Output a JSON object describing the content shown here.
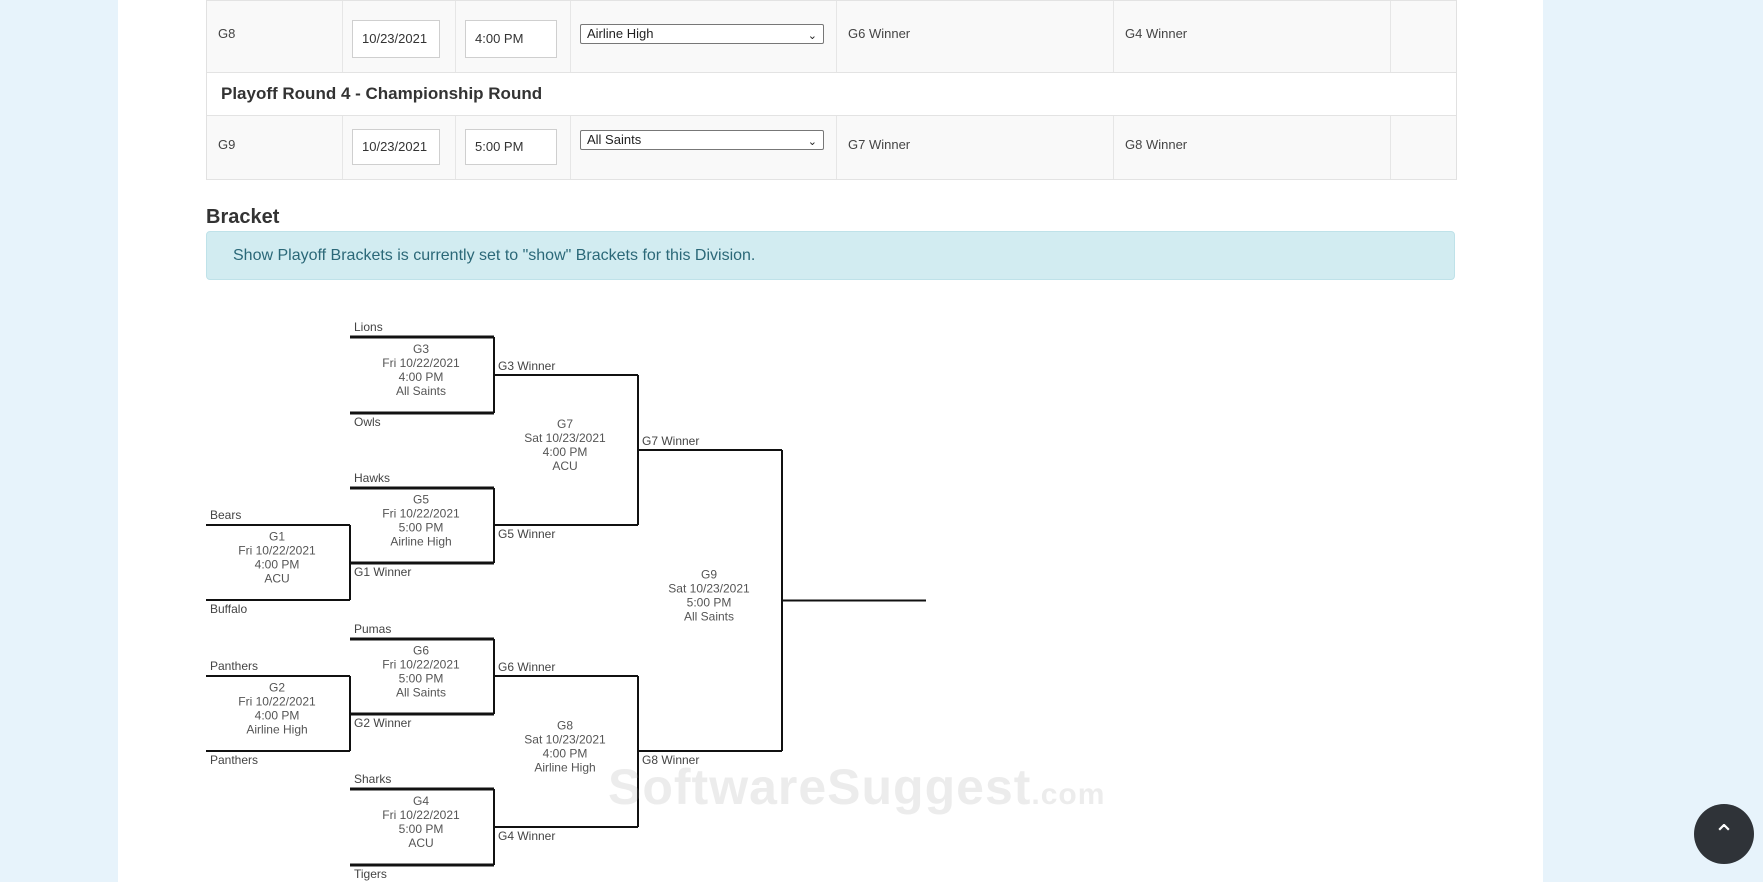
{
  "schedule": {
    "rows": [
      {
        "game": "G8",
        "date": "10/23/2021",
        "time": "4:00 PM",
        "location": "Airline High",
        "home": "G6 Winner",
        "away": "G4 Winner"
      },
      {
        "game": "G9",
        "date": "10/23/2021",
        "time": "5:00 PM",
        "location": "All Saints",
        "home": "G7 Winner",
        "away": "G8 Winner"
      }
    ],
    "round4_title": "Playoff Round 4 - Championship Round"
  },
  "bracket": {
    "title": "Bracket",
    "alert": "Show Playoff Brackets is currently set to \"show\" Brackets for this Division.",
    "games": [
      {
        "id": "G1",
        "day": "Fri 10/22/2021",
        "time": "4:00 PM",
        "location": "ACU",
        "top_team": "Bears",
        "bottom_team": "Buffalo",
        "winner_label": "G1 Winner"
      },
      {
        "id": "G2",
        "day": "Fri 10/22/2021",
        "time": "4:00 PM",
        "location": "Airline High",
        "top_team": "Panthers",
        "bottom_team": "Panthers",
        "winner_label": "G2 Winner"
      },
      {
        "id": "G3",
        "day": "Fri 10/22/2021",
        "time": "4:00 PM",
        "location": "All Saints",
        "top_team": "Lions",
        "bottom_team": "Owls",
        "winner_label": "G3 Winner"
      },
      {
        "id": "G5",
        "day": "Fri 10/22/2021",
        "time": "5:00 PM",
        "location": "Airline High",
        "top_team": "Hawks",
        "bottom_team": "",
        "winner_label": "G5 Winner"
      },
      {
        "id": "G6",
        "day": "Fri 10/22/2021",
        "time": "5:00 PM",
        "location": "All Saints",
        "top_team": "Pumas",
        "bottom_team": "",
        "winner_label": "G6 Winner"
      },
      {
        "id": "G4",
        "day": "Fri 10/22/2021",
        "time": "5:00 PM",
        "location": "ACU",
        "top_team": "Sharks",
        "bottom_team": "Tigers",
        "winner_label": "G4 Winner"
      },
      {
        "id": "G7",
        "day": "Sat 10/23/2021",
        "time": "4:00 PM",
        "location": "ACU",
        "top_team": "",
        "bottom_team": "",
        "winner_label": "G7 Winner"
      },
      {
        "id": "G8",
        "day": "Sat 10/23/2021",
        "time": "4:00 PM",
        "location": "Airline High",
        "top_team": "",
        "bottom_team": "",
        "winner_label": "G8 Winner"
      },
      {
        "id": "G9",
        "day": "Sat 10/23/2021",
        "time": "5:00 PM",
        "location": "All Saints",
        "top_team": "",
        "bottom_team": "",
        "winner_label": ""
      }
    ]
  },
  "watermark": {
    "main": "SoftwareSuggest",
    "suffix": ".com"
  },
  "icons": {
    "scroll_top": "chevron-up-icon",
    "select_arrow": "chevron-down-icon"
  }
}
